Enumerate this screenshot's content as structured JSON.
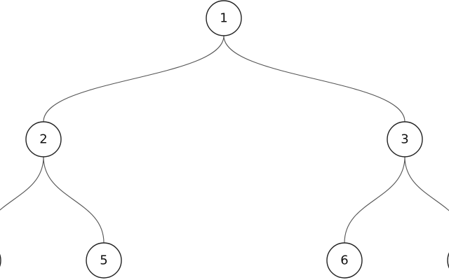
{
  "tree": {
    "nodes": [
      {
        "id": "n1",
        "label": "1"
      },
      {
        "id": "n2",
        "label": "2"
      },
      {
        "id": "n3",
        "label": "3"
      },
      {
        "id": "n4",
        "label": ""
      },
      {
        "id": "n5",
        "label": "5"
      },
      {
        "id": "n6",
        "label": "6"
      },
      {
        "id": "n7",
        "label": ""
      }
    ],
    "edges": [
      {
        "from": "n1",
        "to": "n2"
      },
      {
        "from": "n1",
        "to": "n3"
      },
      {
        "from": "n2",
        "to": "n4"
      },
      {
        "from": "n2",
        "to": "n5"
      },
      {
        "from": "n3",
        "to": "n6"
      },
      {
        "from": "n3",
        "to": "n7"
      }
    ]
  }
}
